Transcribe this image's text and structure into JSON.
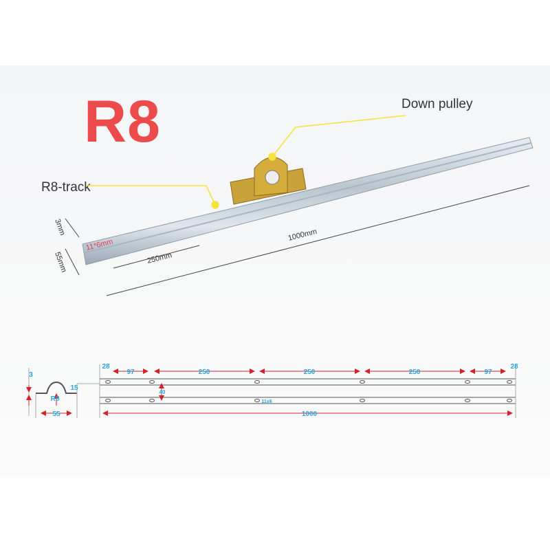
{
  "title": "R8",
  "labels": {
    "down_pulley": "Down pulley",
    "track": "R8-track"
  },
  "photo_dimensions": {
    "thickness": "3mm",
    "width": "55mm",
    "hole": "11*6mm",
    "spacing": "250mm",
    "length": "1000mm"
  },
  "drawing": {
    "profile": {
      "height": "3",
      "flange": "15",
      "radius": "R8",
      "width": "55"
    },
    "top_dims": [
      "28",
      "97",
      "250",
      "250",
      "250",
      "97",
      "28"
    ],
    "rail_gap": "40",
    "hole": "11x6",
    "total": "1000"
  },
  "colors": {
    "title": "#ec4b4b",
    "dim_text": "#2aa6d8",
    "arrow": "#d2232a",
    "leader": "#f5e23a"
  }
}
